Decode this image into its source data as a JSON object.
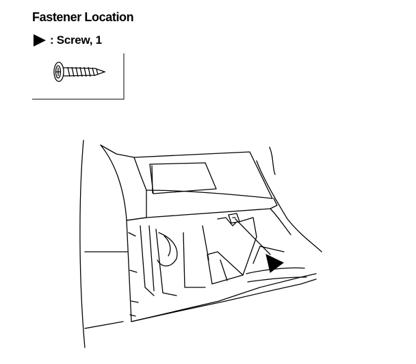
{
  "header": {
    "title": "Fastener Location"
  },
  "legend": {
    "symbol_label": ": Screw, 1",
    "icon": "screw-icon"
  },
  "diagram": {
    "fastener_count": 1,
    "callout_icon": "triangle-callout-icon"
  },
  "colors": {
    "line": "#000000",
    "background": "#ffffff"
  }
}
